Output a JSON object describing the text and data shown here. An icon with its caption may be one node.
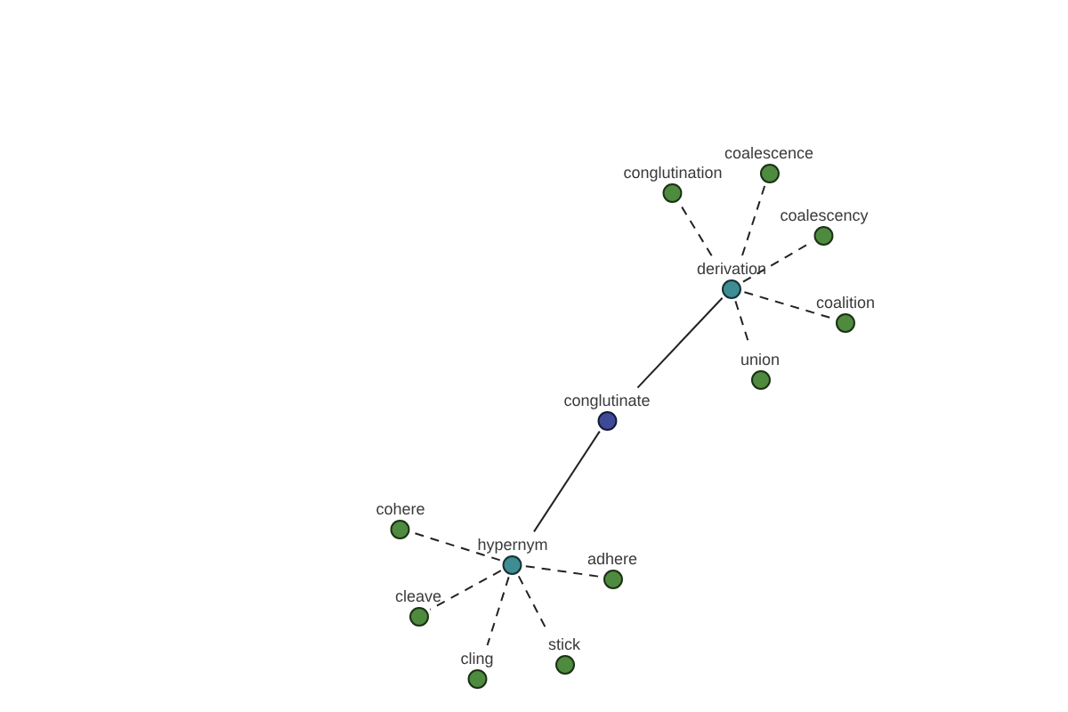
{
  "diagram": {
    "nodes": [
      {
        "text": [
          "conglutination"
        ]
      },
      {
        "text": [
          "coalescence"
        ]
      },
      {
        "text": [
          "coalescency"
        ]
      },
      {
        "text": [
          "derivation"
        ]
      },
      {
        "text": [
          "coalition"
        ]
      },
      {
        "text": [
          "union"
        ]
      },
      {
        "text": [
          "conglutinate"
        ]
      },
      {
        "text": [
          "cohere"
        ]
      },
      {
        "text": [
          "hypernym"
        ]
      },
      {
        "text": [
          "adhere"
        ]
      },
      {
        "text": [
          "cleave"
        ]
      },
      {
        "text": [
          "stick"
        ]
      },
      {
        "text": [
          "cling"
        ]
      }
    ],
    "edges": [
      {
        "from": 3,
        "to": 0,
        "arrow": "none",
        "style": "dashed"
      },
      {
        "from": 3,
        "to": 1,
        "arrow": "none",
        "style": "dashed"
      },
      {
        "from": 3,
        "to": 2,
        "arrow": "none",
        "style": "dashed"
      },
      {
        "from": 3,
        "to": 4,
        "arrow": "none",
        "style": "dashed"
      },
      {
        "from": 3,
        "to": 5,
        "arrow": "none",
        "style": "dashed"
      },
      {
        "from": 6,
        "to": 3,
        "arrow": "none"
      },
      {
        "from": 6,
        "to": 8,
        "arrow": "none"
      },
      {
        "from": 8,
        "to": 7,
        "arrow": "none",
        "style": "dashed"
      },
      {
        "from": 8,
        "to": 9,
        "arrow": "none",
        "style": "dashed"
      },
      {
        "from": 8,
        "to": 10,
        "arrow": "none",
        "style": "dashed"
      },
      {
        "from": 8,
        "to": 11,
        "arrow": "none",
        "style": "dashed"
      },
      {
        "from": 8,
        "to": 12,
        "arrow": "none",
        "style": "dashed"
      }
    ]
  }
}
